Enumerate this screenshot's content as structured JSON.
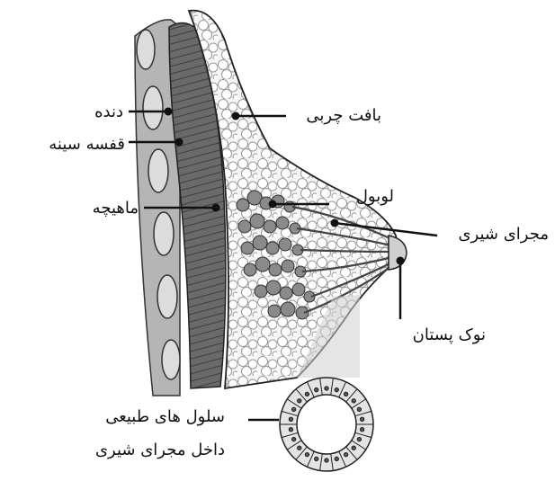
{
  "labels": {
    "rib": "دنده",
    "chest_wall": "قفسه سینه",
    "muscle": "ماهیچه",
    "fatty_tissue": "بافت چربی",
    "lobule": "لوبول",
    "milk_duct": "مجرای شیری",
    "nipple": "نوک پستان",
    "duct_cells_line1": "سلول های طبیعی",
    "duct_cells_line2": "داخل مجرای شیری"
  },
  "colors": {
    "line": "#111111",
    "muscle": "#5e5e5e",
    "fat": "#f4f4f4",
    "lobule": "#8a8a8a",
    "rib": "#d6d6d6"
  }
}
